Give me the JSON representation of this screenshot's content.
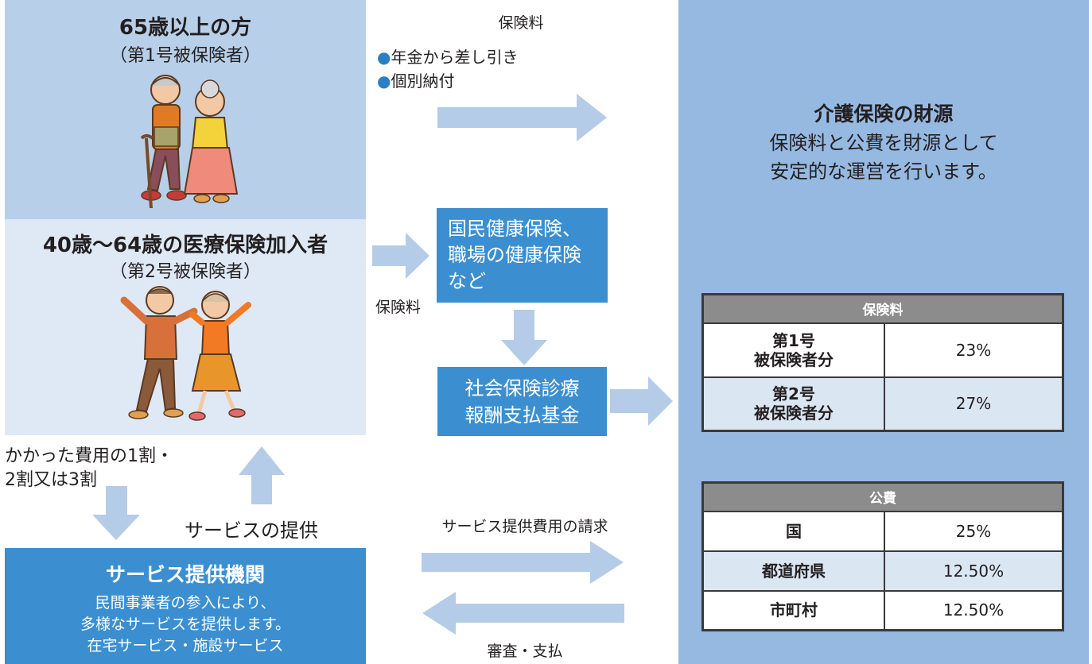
{
  "first_insured": {
    "title": "65歳以上の方",
    "subtitle": "（第1号被保険者）"
  },
  "second_insured": {
    "title": "40歳～64歳の医療保険加入者",
    "subtitle": "（第2号被保険者）"
  },
  "premium_top": {
    "heading": "保険料",
    "methods": [
      "年金から差し引き",
      "個別納付"
    ]
  },
  "premium_second_label": "保険料",
  "health_insurance_box": [
    "国民健康保険、",
    "職場の健康保険",
    "など"
  ],
  "fund_box": [
    "社会保険診療",
    "報酬支払基金"
  ],
  "copay_text": [
    "かかった費用の1割・",
    "2割又は3割"
  ],
  "service_provision_label": "サービスの提供",
  "service_claim_label": "サービス提供費用の請求",
  "review_payment_label": "審査・支払",
  "service_provider": {
    "title": "サービス提供機関",
    "lines": [
      "民間事業者の参入により、",
      "多様なサービスを提供します。",
      "在宅サービス・施設サービス"
    ]
  },
  "finance": {
    "title": "介護保険の財源",
    "lines": [
      "保険料と公費を財源として",
      "安定的な運営を行います。"
    ]
  },
  "premium_table": {
    "header": "保険料",
    "rows": [
      {
        "label_lines": [
          "第1号",
          "被保険者分"
        ],
        "value": "23%"
      },
      {
        "label_lines": [
          "第2号",
          "被保険者分"
        ],
        "value": "27%"
      }
    ]
  },
  "public_table": {
    "header": "公費",
    "rows": [
      {
        "label": "国",
        "value": "25%"
      },
      {
        "label": "都道府県",
        "value": "12.50%"
      },
      {
        "label": "市町村",
        "value": "12.50%"
      }
    ]
  },
  "colors": {
    "light_blue": "#b8cfe9",
    "pale_blue": "#dfe9f6",
    "panel_blue": "#96b9e1",
    "accent_blue": "#3b8fd0",
    "arrow_blue": "#b4cce8",
    "bullet_blue": "#2b7fc4",
    "table_header_gray": "#8c8c8c"
  },
  "icons": [
    "elderly-couple-illustration",
    "dancing-couple-illustration",
    "right-arrow",
    "down-arrow",
    "up-arrow",
    "left-arrow"
  ]
}
